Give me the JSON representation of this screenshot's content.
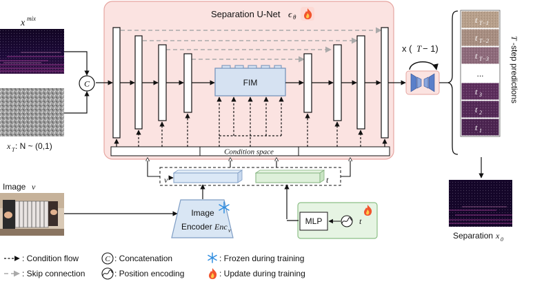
{
  "unet": {
    "title": "Separation U-Net",
    "epsilon_symbol": "ϵ",
    "epsilon_sub": "θ"
  },
  "fim": {
    "label": "FIM"
  },
  "condition_space": {
    "label": "Condition space"
  },
  "inputs": {
    "xmix_base": "x",
    "xmix_sup": "mix",
    "xT_base": "x",
    "xT_sub": "T",
    "xT_rest": ": N ~ (0,1)",
    "image_label": "Image ",
    "image_var": "v"
  },
  "concat_symbol": "C",
  "encoder": {
    "line1": "Image",
    "line2": "Encoder ",
    "line2_var": "Enc",
    "line2_sub": "v"
  },
  "mlp": {
    "label": "MLP",
    "t_var": "t"
  },
  "embed": {
    "v_label": "v",
    "t_label": "t"
  },
  "repeat": {
    "label": "x (",
    "var": "T",
    "rest": " − 1)"
  },
  "predictions": {
    "side_label": "-step predictions",
    "side_var": "T",
    "steps": [
      {
        "base": "t",
        "sub": "T−1",
        "color": "#b9a18c"
      },
      {
        "base": "t",
        "sub": "T−2",
        "color": "#a98f82"
      },
      {
        "base": "t",
        "sub": "T−3",
        "color": "#8f6b7c"
      },
      {
        "base": "t",
        "sub": "3",
        "color": "#5e2f5e"
      },
      {
        "base": "t",
        "sub": "2",
        "color": "#552a58"
      },
      {
        "base": "t",
        "sub": "1",
        "color": "#4d2552"
      }
    ],
    "ellipsis": "..."
  },
  "output": {
    "label": "Separation ",
    "var": "x",
    "sub": "0"
  },
  "legend": {
    "condition_flow": ": Condition flow",
    "skip_connection": ": Skip connection",
    "concat_symbol": "C",
    "concatenation": ": Concatenation",
    "position_encoding": ": Position encoding",
    "frozen": ": Frozen during training",
    "update": ": Update during training"
  }
}
